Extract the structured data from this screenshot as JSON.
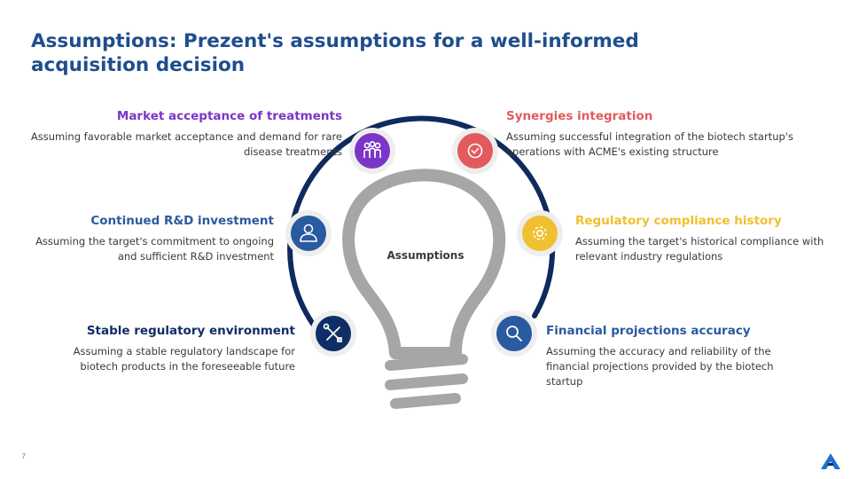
{
  "title": "Assumptions: Prezent's assumptions for a well-informed acquisition decision",
  "center_label": "Assumptions",
  "page_number": "7",
  "colors": {
    "title": "#1F4E8C",
    "ring": "#0F2A5C",
    "bulb": "#A6A6A6",
    "purple": "#7B35C8",
    "red": "#E25A5E",
    "yellow": "#F0C030",
    "blue": "#2A5AA0",
    "navy": "#102E66"
  },
  "items": [
    {
      "heading": "Market acceptance of treatments",
      "description": "Assuming favorable market acceptance and demand for rare disease treatments",
      "icon": "people-icon"
    },
    {
      "heading": "Continued R&D investment",
      "description": "Assuming the target's commitment to ongoing and sufficient R&D investment",
      "icon": "user-icon"
    },
    {
      "heading": "Stable regulatory environment",
      "description": "Assuming a stable regulatory landscape for biotech products in the foreseeable future",
      "icon": "tools-icon"
    },
    {
      "heading": "Synergies integration",
      "description": "Assuming successful integration of the biotech startup's operations with ACME's existing structure",
      "icon": "check-badge-icon"
    },
    {
      "heading": "Regulatory compliance history",
      "description": "Assuming the target's historical compliance with relevant industry regulations",
      "icon": "gear-icon"
    },
    {
      "heading": "Financial projections accuracy",
      "description": "Assuming the accuracy and reliability of the financial projections provided by the biotech startup",
      "icon": "magnifier-icon"
    }
  ]
}
